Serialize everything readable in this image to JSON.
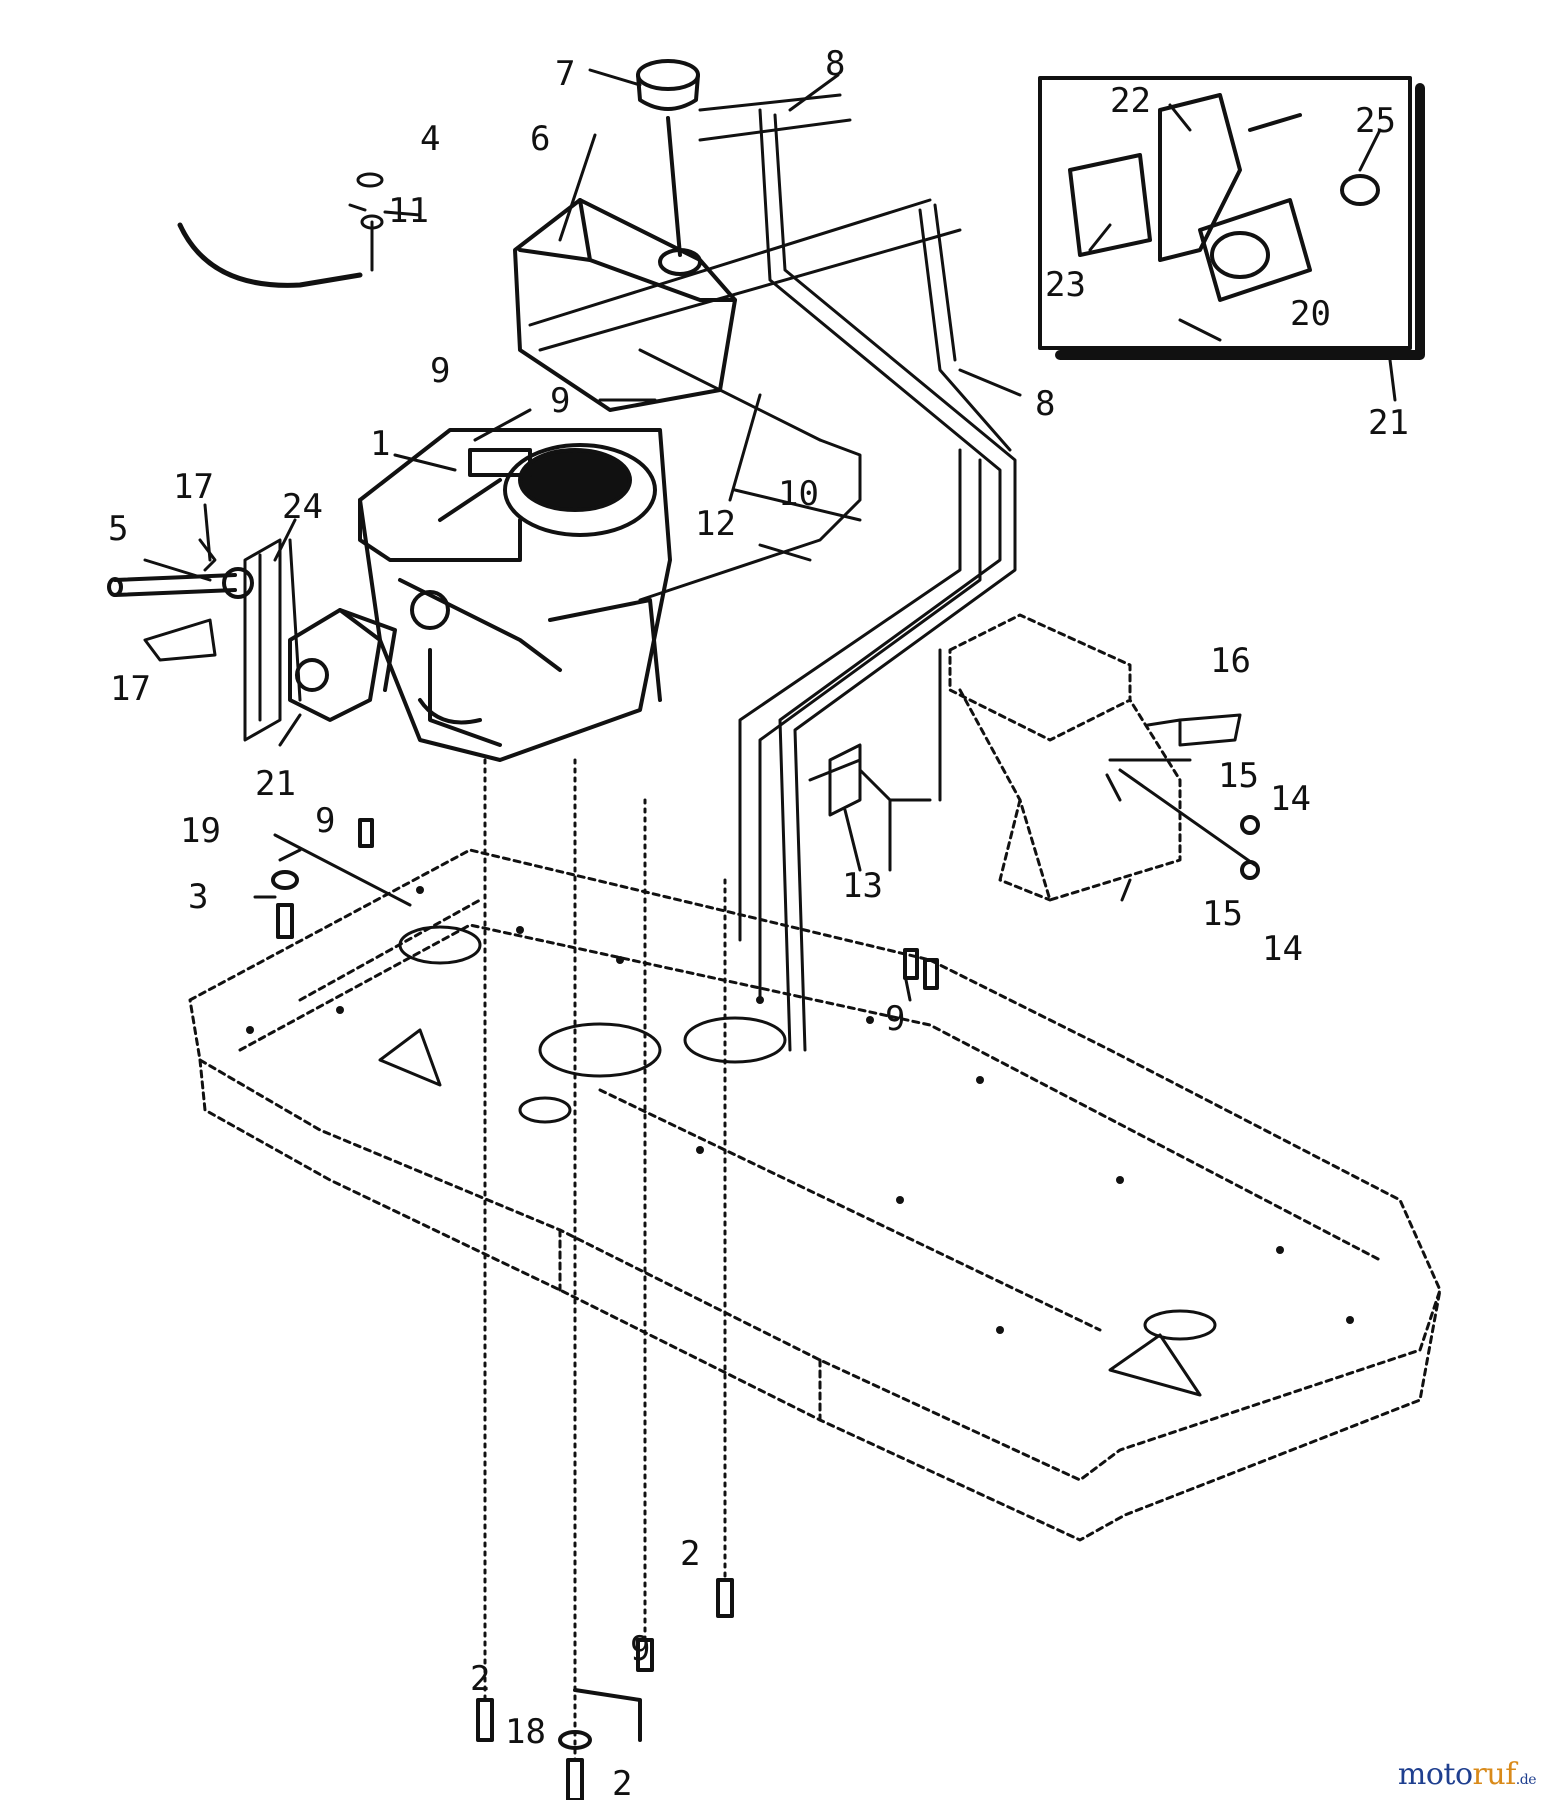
{
  "callouts": [
    "1",
    "2",
    "3",
    "4",
    "5",
    "6",
    "7",
    "8",
    "9",
    "10",
    "11",
    "12",
    "13",
    "14",
    "15",
    "16",
    "17",
    "18",
    "19",
    "20",
    "21",
    "22",
    "23",
    "24",
    "25"
  ],
  "watermark": {
    "part1": "moto",
    "part2": "ruf",
    "suffix": ".de"
  },
  "colors": {
    "ink": "#111111",
    "paper": "#ffffff",
    "logo_blue": "#1f3f8f",
    "logo_orange": "#d98a1a"
  }
}
